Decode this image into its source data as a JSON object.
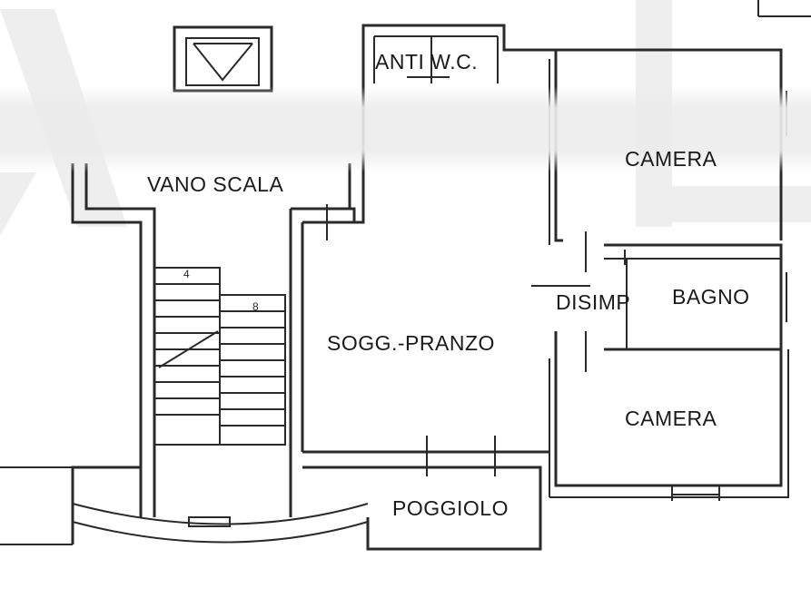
{
  "rooms": {
    "anti_wc": "ANTI W.C.",
    "camera_top": "CAMERA",
    "vano_scala": "VANO SCALA",
    "disimp": "DISIMP",
    "bagno": "BAGNO",
    "soggiorno": "SOGG.-PRANZO",
    "camera_bottom": "CAMERA",
    "poggiolo": "POGGIOLO"
  },
  "stair_numbers": {
    "first": "4",
    "second": "8"
  },
  "colors": {
    "line": "#2a2a2a",
    "background": "#ffffff",
    "watermark": "#e6e6e6"
  }
}
